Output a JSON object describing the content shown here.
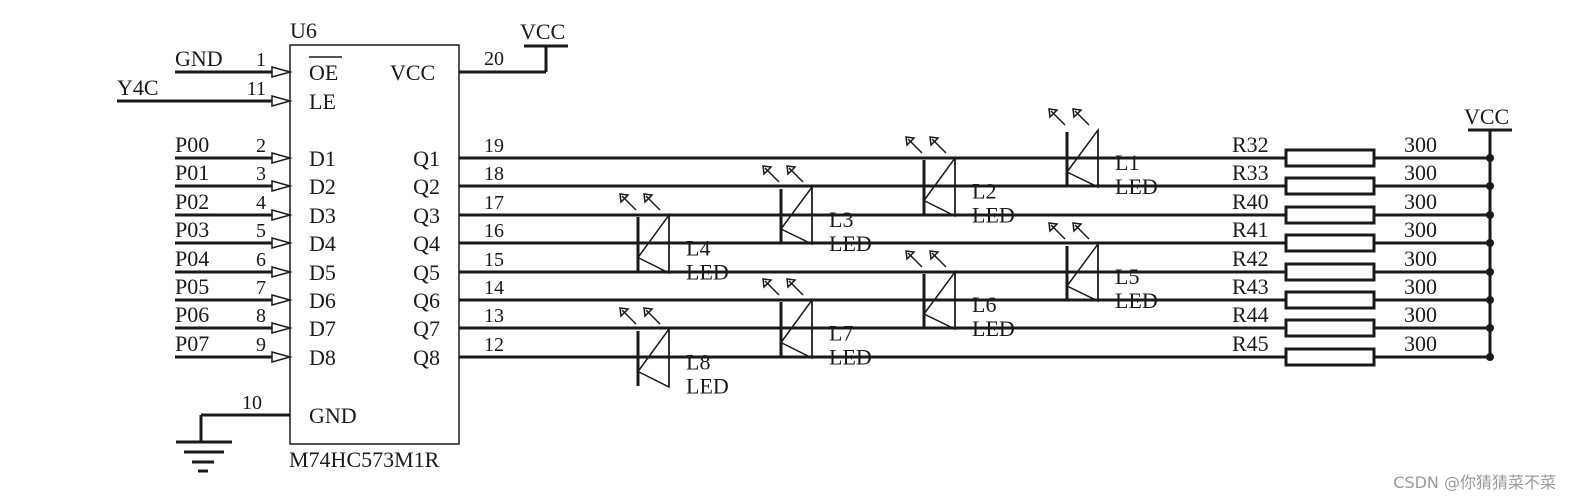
{
  "chip": {
    "ref": "U6",
    "part": "M74HC573M1R",
    "vcc_label": "VCC",
    "gnd_label": "GND",
    "inputs": [
      {
        "net": "GND",
        "pin": "1",
        "name": "OE",
        "overbar": true
      },
      {
        "net": "Y4C",
        "pin": "11",
        "name": "LE"
      },
      {
        "net": "P00",
        "pin": "2",
        "name": "D1"
      },
      {
        "net": "P01",
        "pin": "3",
        "name": "D2"
      },
      {
        "net": "P02",
        "pin": "4",
        "name": "D3"
      },
      {
        "net": "P03",
        "pin": "5",
        "name": "D4"
      },
      {
        "net": "P04",
        "pin": "6",
        "name": "D5"
      },
      {
        "net": "P05",
        "pin": "7",
        "name": "D6"
      },
      {
        "net": "P06",
        "pin": "8",
        "name": "D7"
      },
      {
        "net": "P07",
        "pin": "9",
        "name": "D8"
      }
    ],
    "vcc_pin": "20",
    "gnd_pin": "10",
    "outputs": [
      {
        "name": "Q1",
        "pin": "19"
      },
      {
        "name": "Q2",
        "pin": "18"
      },
      {
        "name": "Q3",
        "pin": "17"
      },
      {
        "name": "Q4",
        "pin": "16"
      },
      {
        "name": "Q5",
        "pin": "15"
      },
      {
        "name": "Q6",
        "pin": "14"
      },
      {
        "name": "Q7",
        "pin": "13"
      },
      {
        "name": "Q8",
        "pin": "12"
      }
    ]
  },
  "vcc_labels": {
    "top": "VCC",
    "right": "VCC"
  },
  "leds": [
    {
      "ref": "L1",
      "type": "LED"
    },
    {
      "ref": "L2",
      "type": "LED"
    },
    {
      "ref": "L3",
      "type": "LED"
    },
    {
      "ref": "L4",
      "type": "LED"
    },
    {
      "ref": "L5",
      "type": "LED"
    },
    {
      "ref": "L6",
      "type": "LED"
    },
    {
      "ref": "L7",
      "type": "LED"
    },
    {
      "ref": "L8",
      "type": "LED"
    }
  ],
  "resistors": [
    {
      "ref": "R32",
      "value": "300"
    },
    {
      "ref": "R33",
      "value": "300"
    },
    {
      "ref": "R40",
      "value": "300"
    },
    {
      "ref": "R41",
      "value": "300"
    },
    {
      "ref": "R42",
      "value": "300"
    },
    {
      "ref": "R43",
      "value": "300"
    },
    {
      "ref": "R44",
      "value": "300"
    },
    {
      "ref": "R45",
      "value": "300"
    }
  ],
  "watermark": "CSDN @你猜猜菜不菜"
}
